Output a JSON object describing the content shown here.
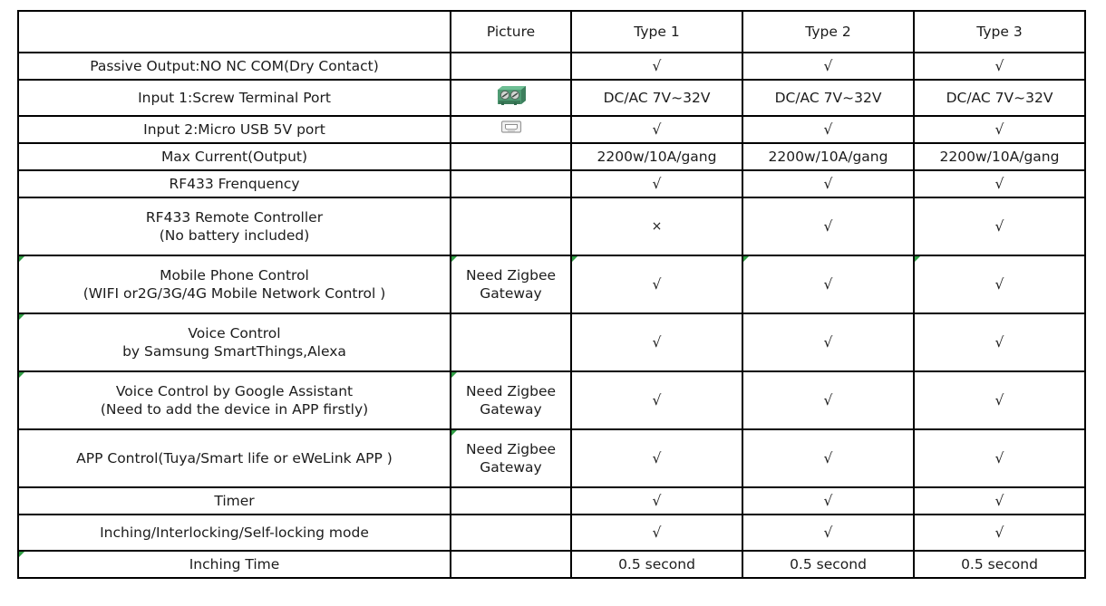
{
  "table": {
    "columns": [
      "",
      "Picture",
      "Type 1",
      "Type 2",
      "Type 3"
    ],
    "headers": {
      "feature": "",
      "picture": "Picture",
      "type1": "Type 1",
      "type2": "Type 2",
      "type3": "Type 3"
    },
    "marks": {
      "check": "√",
      "cross": "×"
    },
    "icons": {
      "screw_terminal": "screw-terminal-icon",
      "micro_usb": "micro-usb-icon"
    },
    "colors": {
      "border": "#000000",
      "text": "#1c1c1c",
      "background": "#ffffff",
      "comment_marker": "#2f9e44",
      "terminal_green": "#4f9a73"
    },
    "rows": [
      {
        "feature_line1": "Passive Output:NO NC COM(Dry Contact)",
        "feature_line2": "",
        "picture": "",
        "picture_icon": "",
        "type1": "√",
        "type2": "√",
        "type3": "√",
        "height": "short"
      },
      {
        "feature_line1": "Input 1:Screw Terminal Port",
        "feature_line2": "",
        "picture": "",
        "picture_icon": "screw-terminal-icon",
        "type1": "DC/AC 7V~32V",
        "type2": "DC/AC 7V~32V",
        "type3": "DC/AC 7V~32V",
        "height": "med"
      },
      {
        "feature_line1": "Input 2:Micro USB 5V port",
        "feature_line2": "",
        "picture": "",
        "picture_icon": "micro-usb-icon",
        "type1": "√",
        "type2": "√",
        "type3": "√",
        "height": "short"
      },
      {
        "feature_line1": "Max Current(Output)",
        "feature_line2": "",
        "picture": "",
        "picture_icon": "",
        "type1": "2200w/10A/gang",
        "type2": "2200w/10A/gang",
        "type3": "2200w/10A/gang",
        "height": "short"
      },
      {
        "feature_line1": "RF433 Frenquency",
        "feature_line2": "",
        "picture": "",
        "picture_icon": "",
        "type1": "√",
        "type2": "√",
        "type3": "√",
        "height": "short"
      },
      {
        "feature_line1": "RF433 Remote Controller",
        "feature_line2": "(No battery included)",
        "picture": "",
        "picture_icon": "",
        "type1": "×",
        "type2": "√",
        "type3": "√",
        "height": "tall"
      },
      {
        "feature_line1": "Mobile Phone Control",
        "feature_line2": "(WIFI or2G/3G/4G Mobile Network Control )",
        "picture_line1": "Need Zigbee",
        "picture_line2": "Gateway",
        "picture_icon": "",
        "type1": "√",
        "type2": "√",
        "type3": "√",
        "height": "tall"
      },
      {
        "feature_line1": "Voice Control",
        "feature_line2": "by Samsung SmartThings,Alexa",
        "picture": "",
        "picture_icon": "",
        "type1": "√",
        "type2": "√",
        "type3": "√",
        "height": "tall"
      },
      {
        "feature_line1": "Voice Control  by Google Assistant",
        "feature_line2": "(Need to add the device in APP firstly)",
        "picture_line1": "Need Zigbee",
        "picture_line2": "Gateway",
        "picture_icon": "",
        "type1": "√",
        "type2": "√",
        "type3": "√",
        "height": "tall"
      },
      {
        "feature_line1": "APP Control(Tuya/Smart life or eWeLink APP )",
        "feature_line2": "",
        "picture_line1": "Need Zigbee",
        "picture_line2": "Gateway",
        "picture_icon": "",
        "type1": "√",
        "type2": "√",
        "type3": "√",
        "height": "tall"
      },
      {
        "feature_line1": "Timer",
        "feature_line2": "",
        "picture": "",
        "picture_icon": "",
        "type1": "√",
        "type2": "√",
        "type3": "√",
        "height": "short"
      },
      {
        "feature_line1": "Inching/Interlocking/Self-locking mode",
        "feature_line2": "",
        "picture": "",
        "picture_icon": "",
        "type1": "√",
        "type2": "√",
        "type3": "√",
        "height": "med"
      },
      {
        "feature_line1": "Inching Time",
        "feature_line2": "",
        "picture": "",
        "picture_icon": "",
        "type1": "0.5 second",
        "type2": "0.5 second",
        "type3": "0.5 second",
        "height": "short"
      }
    ]
  }
}
